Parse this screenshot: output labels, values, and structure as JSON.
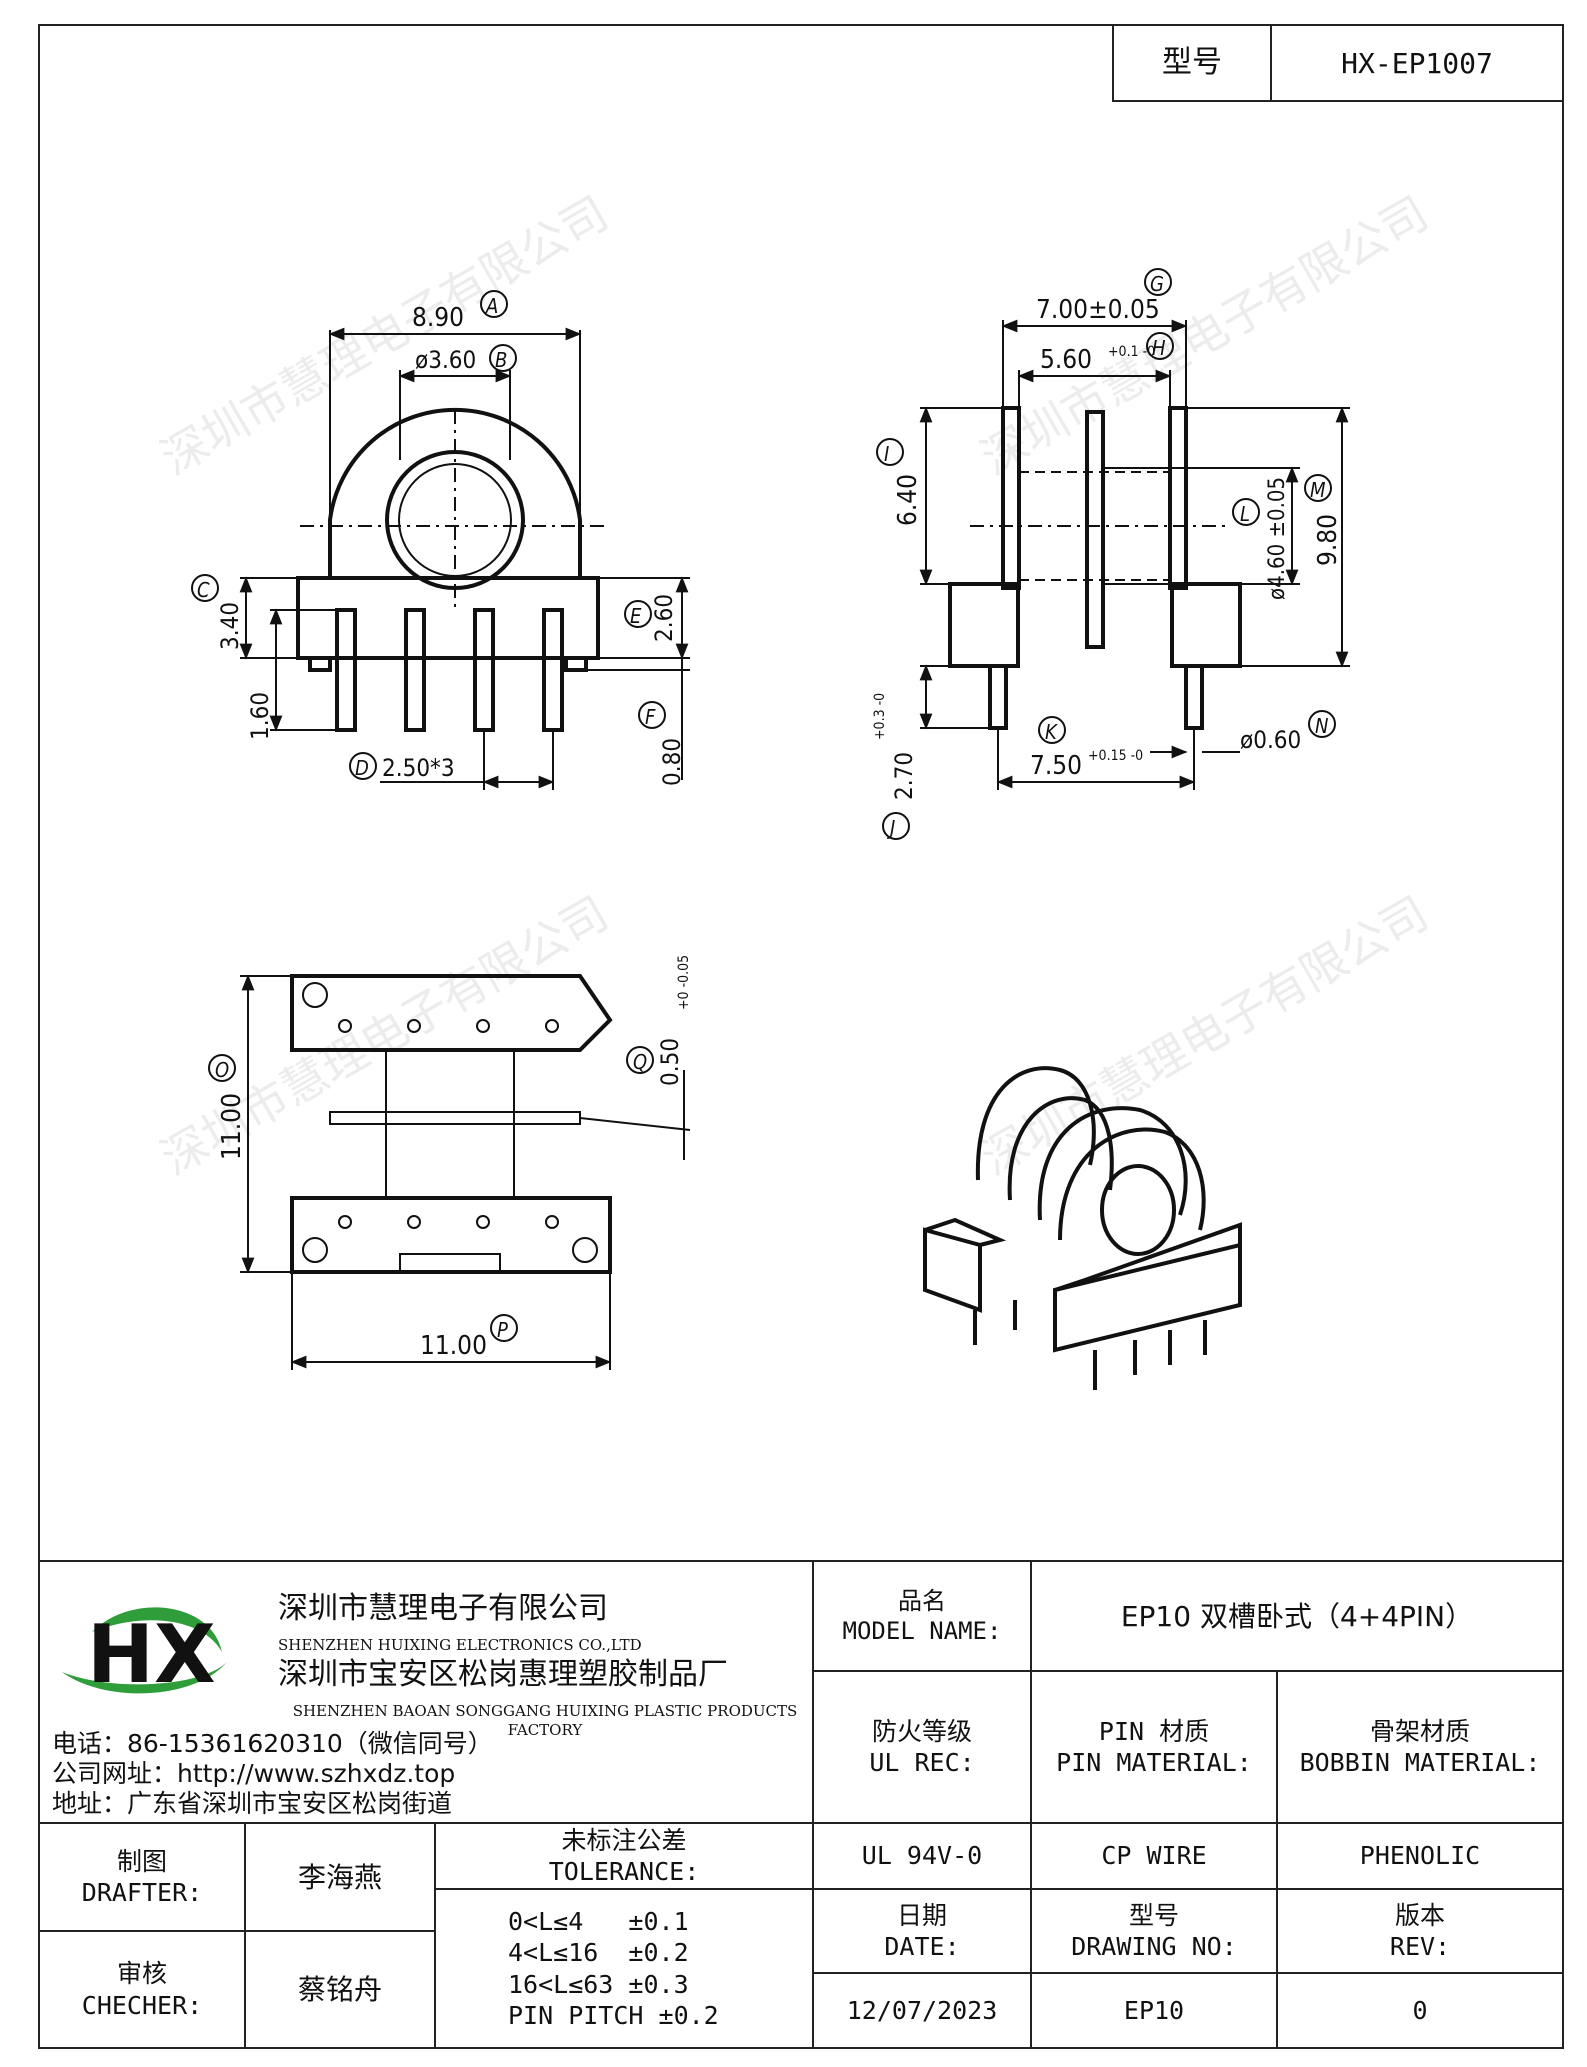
{
  "header": {
    "model_label": "型号",
    "model_value": "HX-EP1007"
  },
  "watermark": "深圳市慧理电子有限公司",
  "views": {
    "front": {
      "dims": {
        "A": {
          "value": "8.90",
          "tag": "A"
        },
        "B": {
          "value": "ø3.60",
          "tag": "B"
        },
        "C": {
          "value": "3.40",
          "tag": "C"
        },
        "pin_len": {
          "value": "1.60"
        },
        "D": {
          "value": "2.50*3",
          "tag": "D"
        },
        "E": {
          "value": "2.60",
          "tag": "E"
        },
        "F": {
          "value": "0.80",
          "tag": "F"
        }
      }
    },
    "side": {
      "dims": {
        "G": {
          "value": "7.00±0.05",
          "tag": "G"
        },
        "H": {
          "value": "5.60",
          "tol": "+0.1 -0",
          "tag": "H"
        },
        "I": {
          "value": "6.40",
          "tag": "I"
        },
        "L": {
          "value": "ø4.60 ±0.05",
          "tag": "L"
        },
        "M": {
          "value": "9.80",
          "tag": "M"
        },
        "J": {
          "value": "2.70",
          "tol": "+0.3 -0",
          "tag": "J"
        },
        "K": {
          "value": "7.50",
          "tol": "+0.15 -0",
          "tag": "K"
        },
        "N": {
          "value": "ø0.60",
          "tag": "N"
        }
      }
    },
    "top": {
      "dims": {
        "O": {
          "value": "11.00",
          "tag": "O"
        },
        "P": {
          "value": "11.00",
          "tag": "P"
        },
        "Q": {
          "value": "0.50",
          "tol": "+0 -0.05",
          "tag": "Q"
        }
      }
    }
  },
  "company": {
    "name_cn": "深圳市慧理电子有限公司",
    "name_en": "SHENZHEN HUIXING ELECTRONICS CO.,LTD",
    "factory_cn": "深圳市宝安区松岗惠理塑胶制品厂",
    "factory_en": "SHENZHEN BAOAN SONGGANG HUIXING PLASTIC PRODUCTS FACTORY",
    "phone": "电话：86-15361620310（微信同号）",
    "website": "公司网址：http://www.szhxdz.top",
    "address": "地址：广东省深圳市宝安区松岗街道",
    "logo_text": "HX"
  },
  "titleblock": {
    "model_name_label_cn": "品名",
    "model_name_label_en": "MODEL NAME:",
    "model_name_value": "EP10 双槽卧式（4+4PIN）",
    "ul_label_cn": "防火等级",
    "ul_label_en": "UL REC:",
    "pin_label_cn": "PIN 材质",
    "pin_label_en": "PIN MATERIAL:",
    "bobbin_label_cn": "骨架材质",
    "bobbin_label_en": "BOBBIN MATERIAL:",
    "ul_value": "UL 94V-0",
    "pin_value": "CP WIRE",
    "bobbin_value": "PHENOLIC",
    "drafter_label_cn": "制图",
    "drafter_label_en": "DRAFTER:",
    "drafter_value": "李海燕",
    "checker_label_cn": "审核",
    "checker_label_en": "CHECHER:",
    "checker_value": "蔡铭舟",
    "tolerance_label_cn": "未标注公差",
    "tolerance_label_en": "TOLERANCE:",
    "tolerances": [
      "0<L≤4   ±0.1",
      "4<L≤16  ±0.2",
      "16<L≤63 ±0.3",
      "PIN PITCH ±0.2"
    ],
    "date_label_cn": "日期",
    "date_label_en": "DATE:",
    "date_value": "12/07/2023",
    "drawing_label_cn": "型号",
    "drawing_label_en": "DRAWING NO:",
    "drawing_value": "EP10",
    "rev_label_cn": "版本",
    "rev_label_en": "REV:",
    "rev_value": "0"
  },
  "colors": {
    "logo_green": "#2f9e3a",
    "logo_yellow": "#e8c51e",
    "line": "#111111"
  }
}
